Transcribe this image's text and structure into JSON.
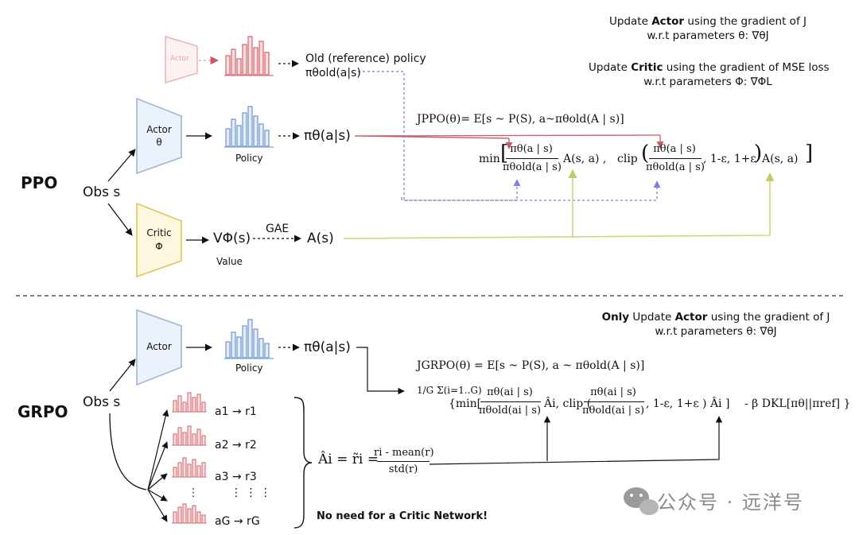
{
  "ppo": {
    "section_label": "PPO",
    "obs_label": "Obs s",
    "old_actor_label": "Actor",
    "old_policy_line1": "Old (reference) policy",
    "old_policy_line2": "πθold(a|s)",
    "actor_label": "Actor",
    "actor_param": "θ",
    "policy_label": "Policy",
    "policy_output": "πθ(a|s)",
    "critic_label": "Critic",
    "critic_param": "Φ",
    "value_output": "VΦ(s)",
    "value_label": "Value",
    "gae_label": "GAE",
    "advantage_output": "A(s)",
    "objective_lhs": "JPPO(θ)= E[s ~ P(S),  a~πθold(A | s)]",
    "objective_min": "min",
    "ratio_num": "πθ(a | s)",
    "ratio_den": "πθold(a | s)",
    "term_a1": "A(s, a) ,",
    "clip_word": "clip",
    "clip_num": "πθ(a | s)",
    "clip_den": "πθold(a | s)",
    "clip_args": ", 1-ε, 1+ε",
    "term_a2": "A(s, a)",
    "note_actor_pre": "Update ",
    "note_actor_bold": "Actor",
    "note_actor_post": " using the gradient of J",
    "note_actor_line2": "w.r.t parameters θ: ∇θJ",
    "note_critic_pre": "Update ",
    "note_critic_bold": "Critic",
    "note_critic_post": " using the gradient of MSE loss",
    "note_critic_line2": "w.r.t parameters Φ: ∇ΦL"
  },
  "grpo": {
    "section_label": "GRPO",
    "obs_label": "Obs s",
    "actor_label": "Actor",
    "policy_label": "Policy",
    "policy_output": "πθ(a|s)",
    "samples": [
      "a1 → r1",
      "a2 → r2",
      "a3 → r3",
      "⋮        ⋮     ⋮",
      "aG → rG"
    ],
    "adv_lhs": "Âi = r̃i =",
    "adv_num": "ri - mean(r)",
    "adv_den": "std(r)",
    "objective_lhs": "JGRPO(θ)  = E[s ~ P(S),  a ~ πθold(A | s)]",
    "objective_sum": "1/G Σ(i=1..G)",
    "objective_body_1": "{min[",
    "ratio_num": "πθ(ai | s)",
    "ratio_den": "πθold(ai | s)",
    "term_adv1": "Âi,  clip (",
    "clip_num": "πθ(ai | s)",
    "clip_den": "πθold(ai | s)",
    "clip_args": ",  1-ε,  1+ε ) Âi ]",
    "kl_term": "- β DKL[πθ||πref] }",
    "note_pre": "",
    "note_bold": "Only",
    "note_mid": " Update ",
    "note_bold2": "Actor",
    "note_post": " using the gradient of J",
    "note_line2": "w.r.t parameters θ: ∇θJ",
    "no_critic_note": "No need for a Critic Network!"
  },
  "watermark": "公众号 · 远洋号",
  "colors": {
    "actor_fill": "#eaf1fb",
    "actor_stroke": "#9fb7d6",
    "critic_fill": "#fdf7df",
    "critic_stroke": "#e3c45a",
    "policy_bar": "#7fa4d4",
    "old_bar": "#d9787d",
    "old_actor": "#e9b3b3",
    "arrow_red": "#c95a66",
    "arrow_yellow": "#d9d98a",
    "arrow_purple": "#7d7fd6"
  }
}
